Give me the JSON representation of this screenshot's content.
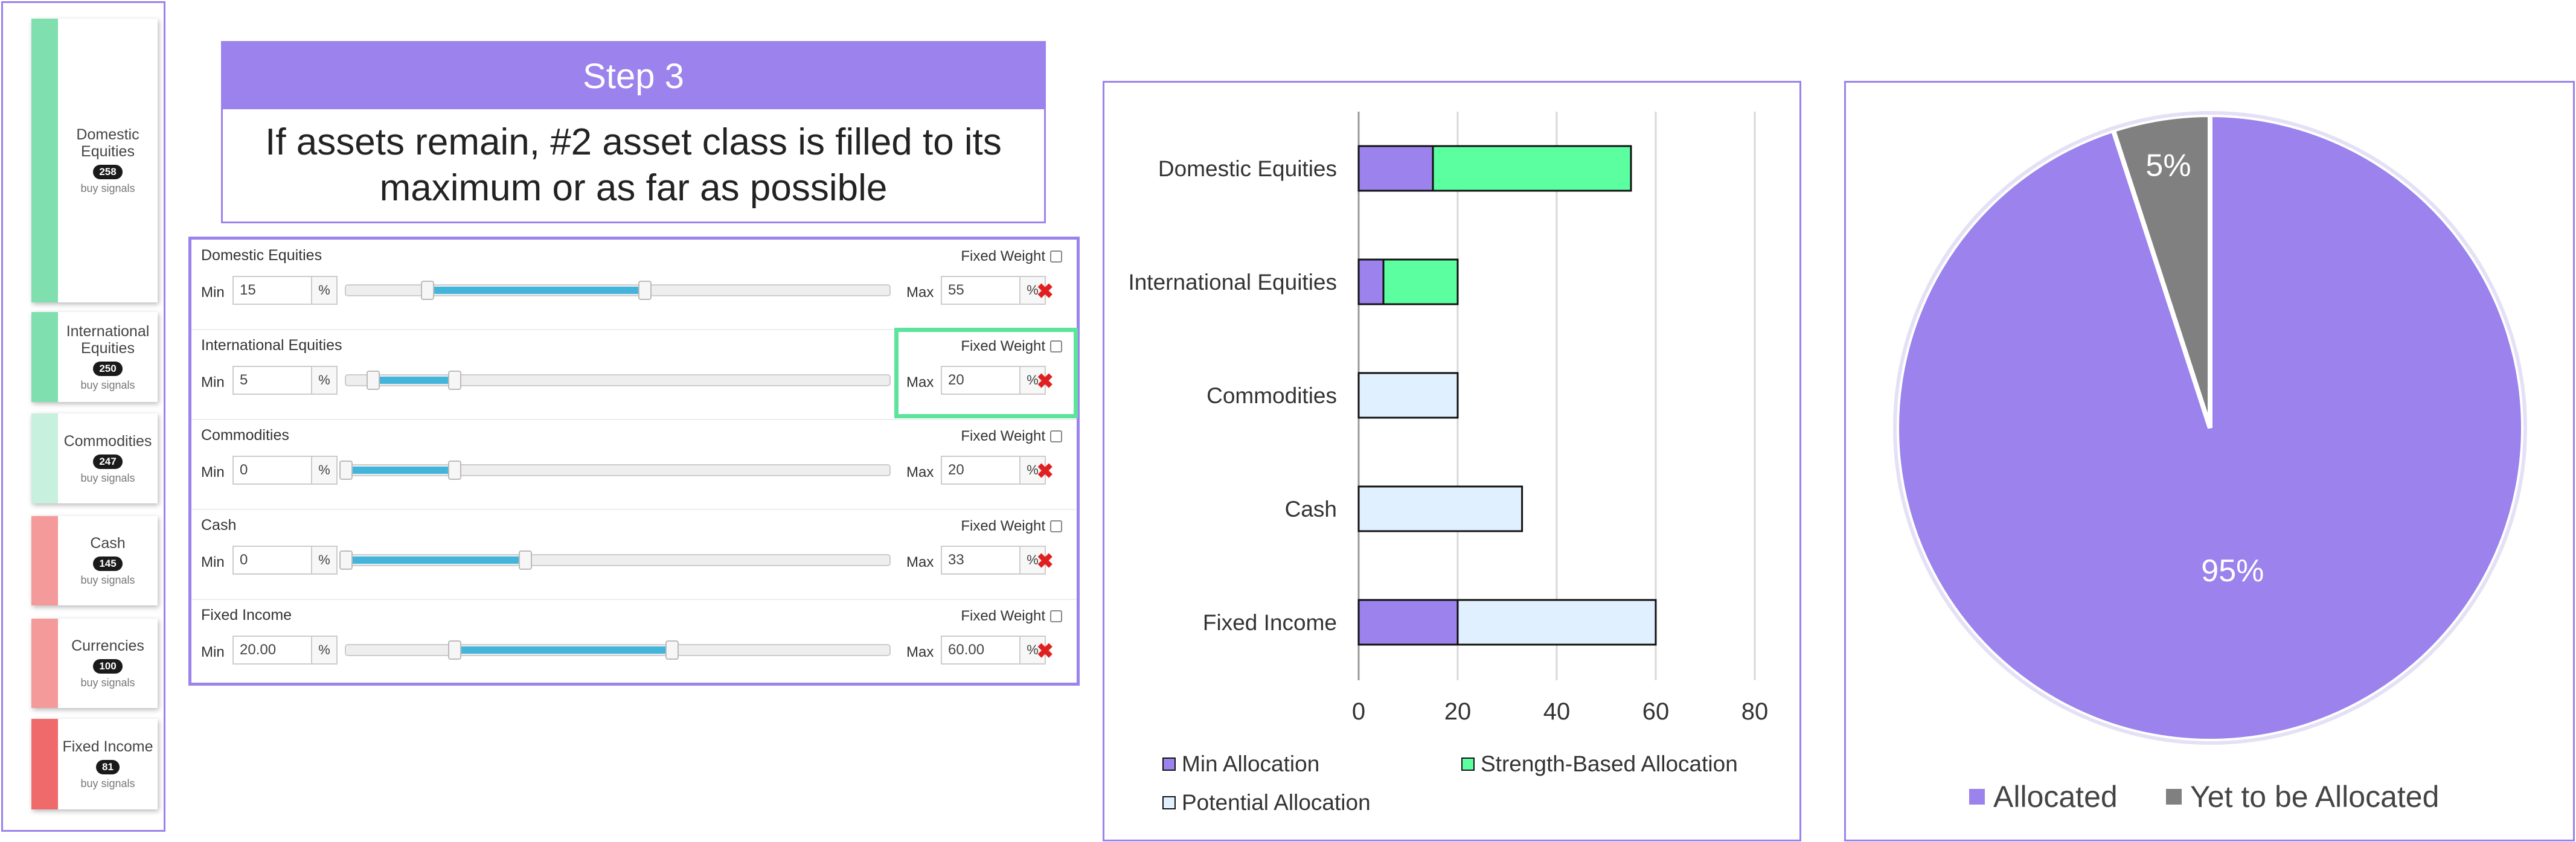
{
  "signal_cards": [
    {
      "name": "Domestic Equities",
      "count": "258",
      "sub": "buy signals",
      "color": "#7fdfae"
    },
    {
      "name": "International Equities",
      "count": "250",
      "sub": "buy signals",
      "color": "#7fdfae"
    },
    {
      "name": "Commodities",
      "count": "247",
      "sub": "buy signals",
      "color": "#c7f1de"
    },
    {
      "name": "Cash",
      "count": "145",
      "sub": "buy signals",
      "color": "#f59a9a"
    },
    {
      "name": "Currencies",
      "count": "100",
      "sub": "buy signals",
      "color": "#f59a9a"
    },
    {
      "name": "Fixed Income",
      "count": "81",
      "sub": "buy signals",
      "color": "#ef6b6b"
    }
  ],
  "step": {
    "title": "Step 3",
    "description": "If assets remain, #2 asset class is filled to its maximum or as far as possible"
  },
  "sliders": {
    "min_label": "Min",
    "max_label": "Max",
    "fixed_label": "Fixed Weight",
    "unit": "%",
    "range_max": 100,
    "rows": [
      {
        "name": "Domestic Equities",
        "min": "15",
        "max": "55",
        "min_val": 15,
        "max_val": 55
      },
      {
        "name": "International Equities",
        "min": "5",
        "max": "20",
        "min_val": 5,
        "max_val": 20
      },
      {
        "name": "Commodities",
        "min": "0",
        "max": "20",
        "min_val": 0,
        "max_val": 20
      },
      {
        "name": "Cash",
        "min": "0",
        "max": "33",
        "min_val": 0,
        "max_val": 33
      },
      {
        "name": "Fixed Income",
        "min": "20.00",
        "max": "60.00",
        "min_val": 20,
        "max_val": 60
      }
    ]
  },
  "chart_data": [
    {
      "type": "bar",
      "orientation": "horizontal",
      "stacked": true,
      "categories": [
        "Domestic Equities",
        "International Equities",
        "Commodities",
        "Cash",
        "Fixed Income"
      ],
      "series": [
        {
          "name": "Min Allocation",
          "values": [
            15,
            5,
            0,
            0,
            20
          ],
          "color": "#9b82ec"
        },
        {
          "name": "Strength-Based Allocation",
          "values": [
            40,
            15,
            0,
            0,
            0
          ],
          "color": "#5cffa0"
        },
        {
          "name": "Potential Allocation",
          "values": [
            0,
            0,
            20,
            33,
            40
          ],
          "color": "#e0f0ff"
        }
      ],
      "xlim": [
        0,
        80
      ],
      "xticks": [
        "0",
        "20",
        "40",
        "60",
        "80"
      ],
      "grid": true,
      "legend": "bottom"
    },
    {
      "type": "pie",
      "labels": [
        "Allocated",
        "Yet to be Allocated"
      ],
      "values": [
        95,
        5
      ],
      "data_labels": [
        "95%",
        "5%"
      ],
      "colors": [
        "#9b82ec",
        "#808080"
      ],
      "legend": "bottom"
    }
  ]
}
